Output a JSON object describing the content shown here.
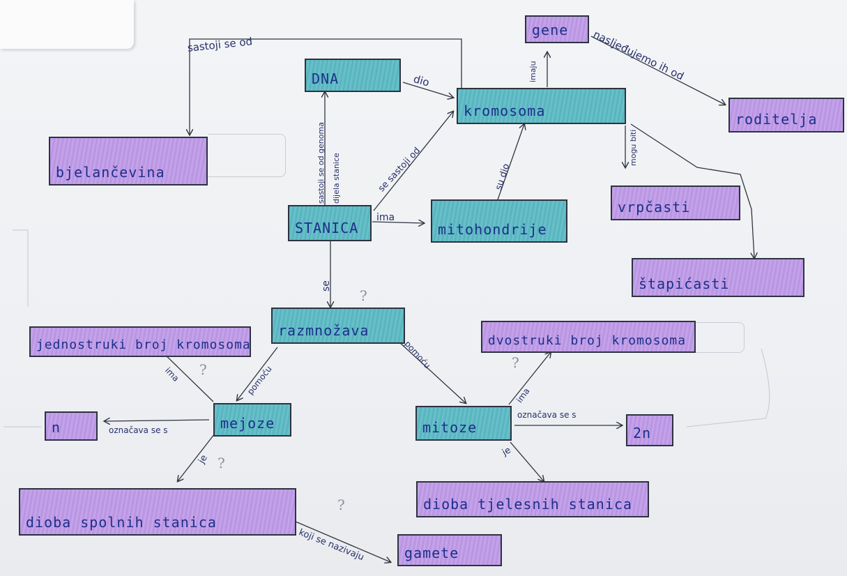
{
  "nodes": {
    "dna": "DNA",
    "kromosoma": "kromosoma",
    "gene": "gene",
    "roditelja": "roditelja",
    "bjelancevina": "bjelančevina",
    "stanica": "STANICA",
    "mitohondrije": "mitohondrije",
    "vrpcasti": "vrpčasti",
    "stapicasti": "štapićasti",
    "razmnozava": "razmnožava",
    "jednostruki": "jednostruki broj kromosoma",
    "dvostruki": "dvostruki broj kromosoma",
    "mejoze": "mejoze",
    "mitoze": "mitoze",
    "n": "n",
    "two_n": "2n",
    "dioba_spolnih": "dioba spolnih stanica",
    "dioba_tjelesnih": "dioba tjelesnih stanica",
    "gamete": "gamete"
  },
  "links": {
    "sastoji_se_od": "sastoji se od",
    "dio": "dio",
    "imaju": "imaju",
    "nasljedujemo": "nasljeđujemo ih od",
    "sastoji_se_od_genoma": "sastoji se od genoma",
    "dijela_stanice": "dijela stanice",
    "se_sastoji_od": "se sastoji od",
    "su_dio": "su dio",
    "mogu_biti": "mogu biti",
    "ima": "ima",
    "se": "se",
    "pomocu_left": "pomoću",
    "pomocu_right": "pomoću",
    "ima_left": "ima",
    "ima_right": "ima",
    "oznacava_n": "označava se s",
    "oznacava_2n": "označava se s",
    "je_left": "je",
    "je_right": "je",
    "koji_se_nazivaju": "koji se nazivaju"
  },
  "marks": {
    "question": "?"
  },
  "colors": {
    "teal": "#5ab6c0",
    "purple": "#b996e3",
    "ink": "#1d2f8a",
    "line": "#2f3440"
  }
}
